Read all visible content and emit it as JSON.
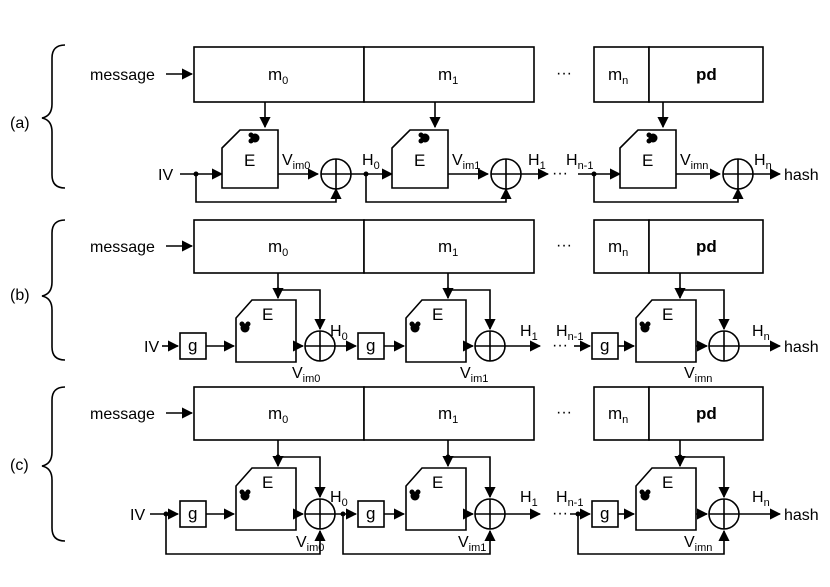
{
  "panels": [
    {
      "label": "(a)",
      "message_label": "message",
      "blocks": [
        "m",
        "m",
        "m"
      ],
      "block_subs": [
        "0",
        "1",
        "n"
      ],
      "pad_label": "pd",
      "dots": "···",
      "iv": "IV",
      "enc": "E",
      "v_main": "V",
      "v_subs": [
        "im0",
        "im1",
        "imn"
      ],
      "h_main": "H",
      "h_subs": [
        "0",
        "1",
        "n-1",
        "n"
      ],
      "hash": "hash"
    },
    {
      "label": "(b)",
      "message_label": "message",
      "blocks": [
        "m",
        "m",
        "m"
      ],
      "block_subs": [
        "0",
        "1",
        "n"
      ],
      "pad_label": "pd",
      "dots": "···",
      "iv": "IV",
      "enc": "E",
      "g": "g",
      "v_main": "V",
      "v_subs": [
        "im0",
        "im1",
        "imn"
      ],
      "h_main": "H",
      "h_subs": [
        "0",
        "1",
        "n-1",
        "n"
      ],
      "hash": "hash"
    },
    {
      "label": "(c)",
      "message_label": "message",
      "blocks": [
        "m",
        "m",
        "m"
      ],
      "block_subs": [
        "0",
        "1",
        "n"
      ],
      "pad_label": "pd",
      "dots": "···",
      "iv": "IV",
      "enc": "E",
      "g": "g",
      "v_main": "V",
      "v_subs": [
        "im0",
        "im1",
        "imn"
      ],
      "h_main": "H",
      "h_subs": [
        "0",
        "1",
        "n-1",
        "n"
      ],
      "hash": "hash"
    }
  ],
  "colors": {
    "key": "#1f7fa8",
    "stroke": "#000000"
  },
  "icons": [
    "key-icon",
    "xor-icon",
    "arrow-icon",
    "brace-icon"
  ]
}
